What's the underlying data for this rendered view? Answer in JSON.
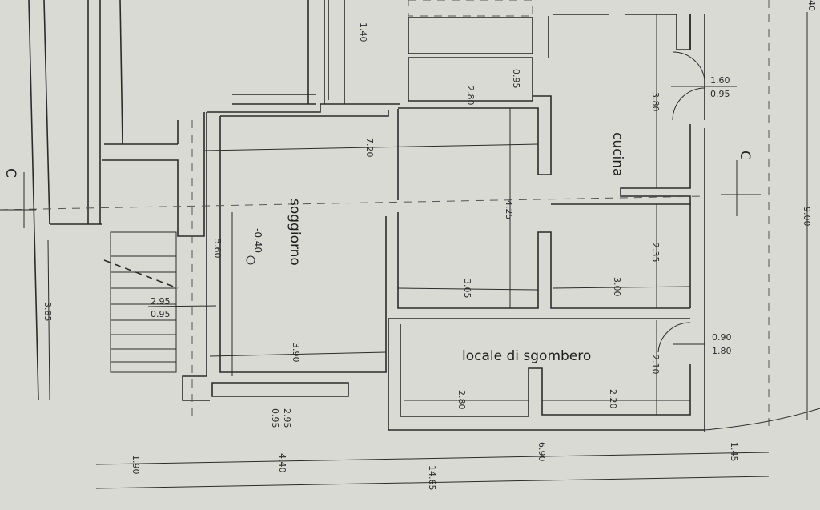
{
  "plan": {
    "rooms": {
      "soggiorno": "soggiorno",
      "cucina": "cucina",
      "locale": "locale di sgombero"
    },
    "level": "-0.40",
    "dimensions": {
      "d140": "1.40",
      "d095_top": "0.95",
      "d280_top": "2.80",
      "d380": "3.80",
      "d720": "7.20",
      "d425": "4.25",
      "d235": "2.35",
      "d560": "5.60",
      "d305": "3.05",
      "d300": "3.00",
      "d390": "3.90",
      "d385": "3.85",
      "d210": "2.10",
      "d280_bot": "2.80",
      "d220": "2.20",
      "d690": "6.90",
      "d145": "1.45",
      "d190": "1.90",
      "d440": "4.40",
      "d1465": "14.65",
      "d900": "9.00",
      "d40": "40"
    },
    "openings": {
      "door_kitchen_top": "1.60",
      "door_kitchen_bot": "0.95",
      "door_store_top": "0.90",
      "door_store_bot": "1.80",
      "win_stair_top": "2.95",
      "win_stair_bot": "0.95",
      "win_front_top": "2.95",
      "win_front_bot": "0.95"
    },
    "section_marks": {
      "left": "C",
      "right": "C"
    }
  }
}
